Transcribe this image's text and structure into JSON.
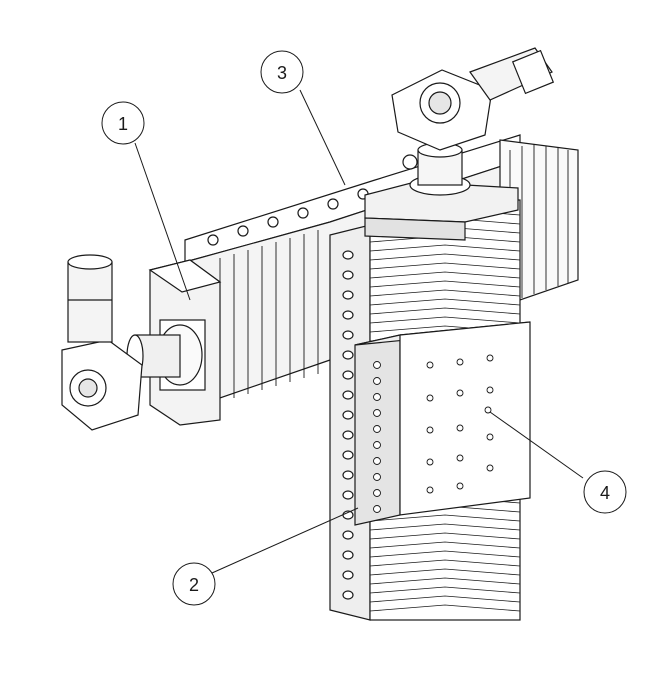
{
  "colors": {
    "line": "#1a1a1a",
    "shade": "#d6d6d6",
    "paper": "#ffffff"
  },
  "callouts": [
    {
      "label": "1",
      "part": "horizontal-axis-drive"
    },
    {
      "label": "2",
      "part": "vertical-axis-bellows"
    },
    {
      "label": "3",
      "part": "horizontal-beam"
    },
    {
      "label": "4",
      "part": "carriage-plate"
    }
  ]
}
